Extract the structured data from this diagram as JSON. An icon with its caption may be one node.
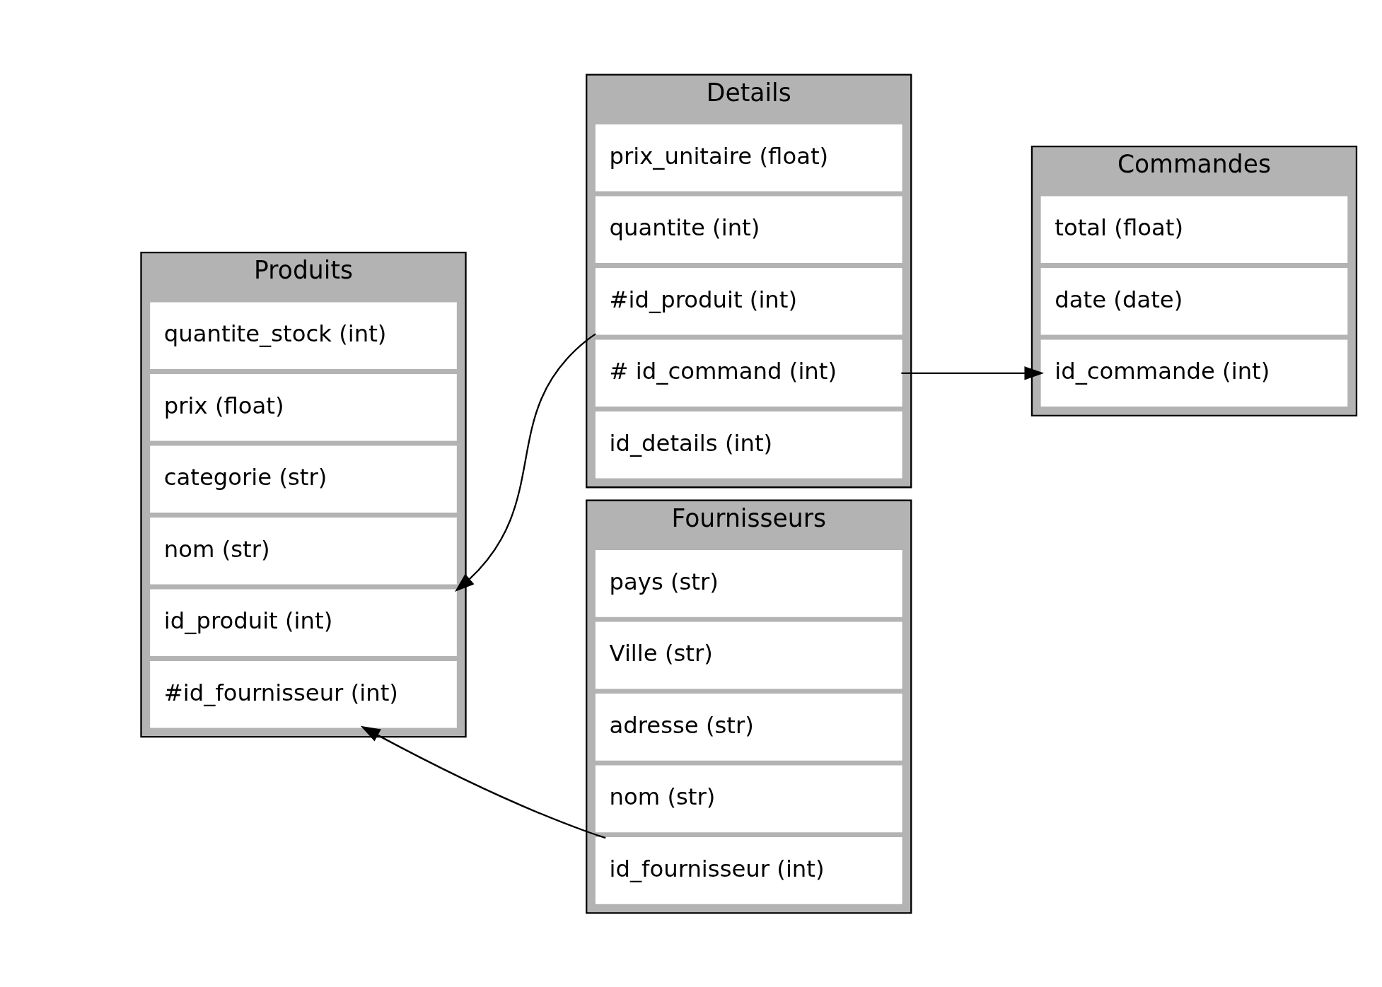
{
  "diagram": {
    "nodes": [
      {
        "text": [
          "Produits"
        ]
      },
      {
        "text": [
          "id_produit (int)"
        ],
        "in": 0
      },
      {
        "text": [
          "nom (str)"
        ],
        "in": 0
      },
      {
        "text": [
          "categorie (str)"
        ],
        "in": 0
      },
      {
        "text": [
          "prix (float)"
        ],
        "in": 0
      },
      {
        "text": [
          "quantite_stock (int)"
        ],
        "in": 0
      },
      {
        "text": [
          "#id_fournisseur (int)"
        ],
        "in": 0
      },
      {
        "text": [
          "Details"
        ]
      },
      {
        "text": [
          "id_details (int)"
        ],
        "in": 7
      },
      {
        "text": [
          "# id_command (int)"
        ],
        "in": 7
      },
      {
        "text": [
          "#id_produit (int)"
        ],
        "in": 7
      },
      {
        "text": [
          "quantite (int)"
        ],
        "in": 7
      },
      {
        "text": [
          "prix_unitaire (float)"
        ],
        "in": 7
      },
      {
        "text": [
          "Commandes"
        ]
      },
      {
        "text": [
          "id_commande (int)"
        ],
        "in": 13
      },
      {
        "text": [
          "date (date)"
        ],
        "in": 13
      },
      {
        "text": [
          "total (float)"
        ],
        "in": 13
      },
      {
        "text": [
          "Fournisseurs"
        ]
      },
      {
        "text": [
          "id_fournisseur (int)"
        ],
        "in": 17
      },
      {
        "text": [
          "nom (str)"
        ],
        "in": 17
      },
      {
        "text": [
          "adresse (str)"
        ],
        "in": 17
      },
      {
        "text": [
          "Ville (str)"
        ],
        "in": 17
      },
      {
        "text": [
          "pays (str)"
        ],
        "in": 17
      }
    ],
    "edges": [
      {
        "from": 10,
        "to": 1,
        "arrow": "to"
      },
      {
        "from": 9,
        "to": 14,
        "arrow": "to"
      },
      {
        "from": 18,
        "to": 6,
        "arrow": "to"
      }
    ]
  }
}
